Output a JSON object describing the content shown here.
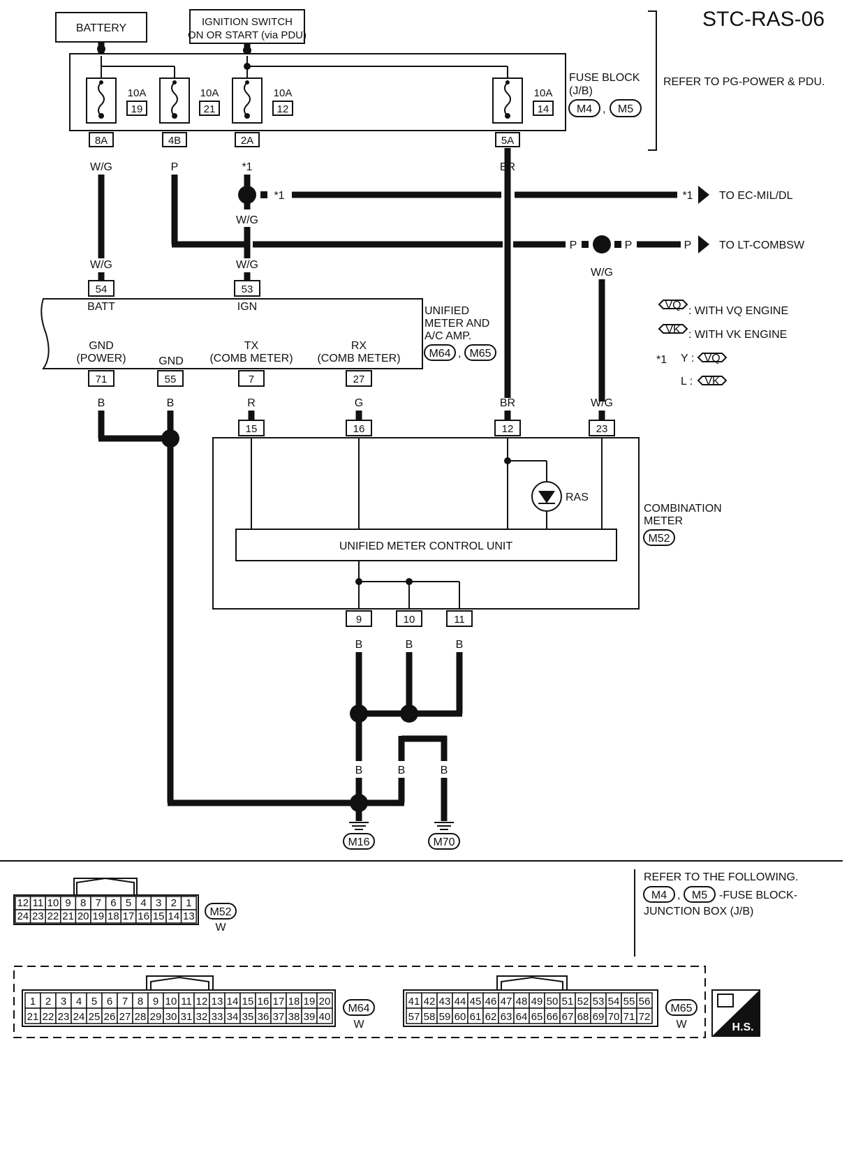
{
  "title": "STC-RAS-06",
  "battery": "BATTERY",
  "ignition": {
    "line1": "IGNITION SWITCH",
    "line2": "ON OR START (via PDU)"
  },
  "fuse_block": {
    "line1": "FUSE BLOCK",
    "line2": "(J/B)",
    "conn1": "M4",
    "conn2": "M5",
    "sep": ",",
    "refer": "REFER TO PG-POWER & PDU."
  },
  "fuses": [
    {
      "amp": "10A",
      "num": "19",
      "term": "8A",
      "wire": "W/G"
    },
    {
      "amp": "10A",
      "num": "21",
      "term": "4B",
      "wire": "P"
    },
    {
      "amp": "10A",
      "num": "12",
      "term": "2A",
      "wire": "*1"
    },
    {
      "amp": "10A",
      "num": "14",
      "term": "5A",
      "wire": "BR"
    }
  ],
  "wires": {
    "star1": "*1",
    "wg": "W/G",
    "p": "P",
    "b": "B",
    "r": "R",
    "g": "G",
    "br": "BR",
    "to_ec": "TO EC-MIL/DL",
    "to_lt": "TO LT-COMBSW"
  },
  "unified_meter": {
    "label1": "UNIFIED",
    "label2": "METER AND",
    "label3": "A/C AMP.",
    "conn1": "M64",
    "conn2": "M65",
    "pins": {
      "batt": "54",
      "ign": "53",
      "gnd_power": "71",
      "gnd": "55",
      "tx": "7",
      "rx": "27"
    },
    "batt": "BATT",
    "ign": "IGN",
    "gnd_power1": "GND",
    "gnd_power2": "(POWER)",
    "gnd": "GND",
    "tx1": "TX",
    "tx2": "(COMB METER)",
    "rx1": "RX",
    "rx2": "(COMB METER)"
  },
  "legend": {
    "vq": "VQ",
    "vq_text": ": WITH VQ ENGINE",
    "vk": "VK",
    "vk_text": ": WITH VK ENGINE",
    "star": "*1",
    "y": "Y :",
    "l": "L :"
  },
  "combination_meter": {
    "label1": "COMBINATION",
    "label2": "METER",
    "conn": "M52",
    "pins": {
      "p15": "15",
      "p16": "16",
      "p12": "12",
      "p23": "23",
      "p9": "9",
      "p10": "10",
      "p11": "11"
    },
    "ras": "RAS",
    "control_unit": "UNIFIED METER CONTROL UNIT"
  },
  "grounds": {
    "g1": "M16",
    "g2": "M70"
  },
  "refer_following": {
    "line1": "REFER TO THE FOLLOWING.",
    "conn1": "M4",
    "conn2": "M5",
    "line2": "-FUSE BLOCK-",
    "line3": "JUNCTION BOX (J/B)"
  },
  "m52_connector": {
    "name": "M52",
    "color": "W",
    "row1": [
      "12",
      "11",
      "10",
      "9",
      "8",
      "7",
      "6",
      "5",
      "4",
      "3",
      "2",
      "1"
    ],
    "row2": [
      "24",
      "23",
      "22",
      "21",
      "20",
      "19",
      "18",
      "17",
      "16",
      "15",
      "14",
      "13"
    ]
  },
  "m64_connector": {
    "name": "M64",
    "color": "W",
    "row1": [
      "1",
      "2",
      "3",
      "4",
      "5",
      "6",
      "7",
      "8",
      "9",
      "10",
      "11",
      "12",
      "13",
      "14",
      "15",
      "16",
      "17",
      "18",
      "19",
      "20"
    ],
    "row2": [
      "21",
      "22",
      "23",
      "24",
      "25",
      "26",
      "27",
      "28",
      "29",
      "30",
      "31",
      "32",
      "33",
      "34",
      "35",
      "36",
      "37",
      "38",
      "39",
      "40"
    ]
  },
  "m65_connector": {
    "name": "M65",
    "color": "W",
    "row1": [
      "41",
      "42",
      "43",
      "44",
      "45",
      "46",
      "47",
      "48",
      "49",
      "50",
      "51",
      "52",
      "53",
      "54",
      "55",
      "56"
    ],
    "row2": [
      "57",
      "58",
      "59",
      "60",
      "61",
      "62",
      "63",
      "64",
      "65",
      "66",
      "67",
      "68",
      "69",
      "70",
      "71",
      "72"
    ]
  },
  "hs_badge": "H.S."
}
